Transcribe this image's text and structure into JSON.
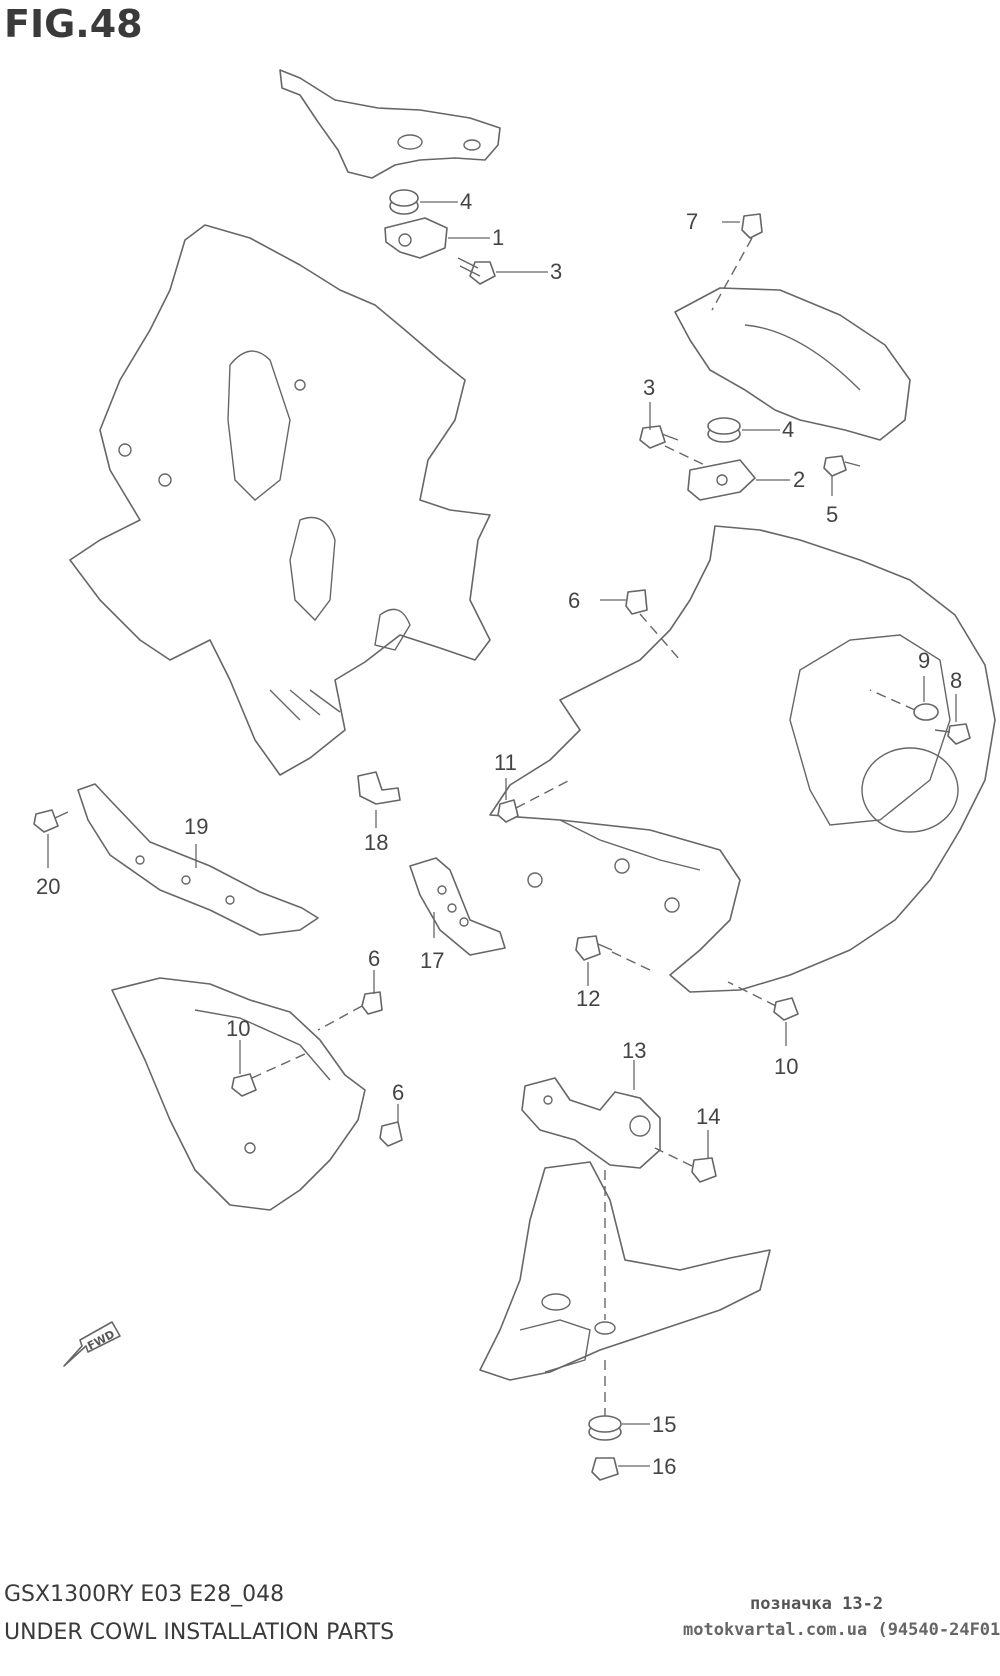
{
  "figure": {
    "title": "FIG.48",
    "model": "GSX1300RY E03 E28_048",
    "section": "UNDER COWL INSTALLATION PARTS",
    "designation": "позначка 13-2",
    "watermark": "motokvartal.com.ua (94540-24F01)",
    "fwd_label": "FWD"
  },
  "callouts": [
    "1",
    "2",
    "3",
    "3",
    "4",
    "4",
    "5",
    "6",
    "6",
    "6",
    "7",
    "8",
    "9",
    "10",
    "10",
    "11",
    "12",
    "13",
    "14",
    "15",
    "16",
    "17",
    "18",
    "19",
    "20"
  ]
}
